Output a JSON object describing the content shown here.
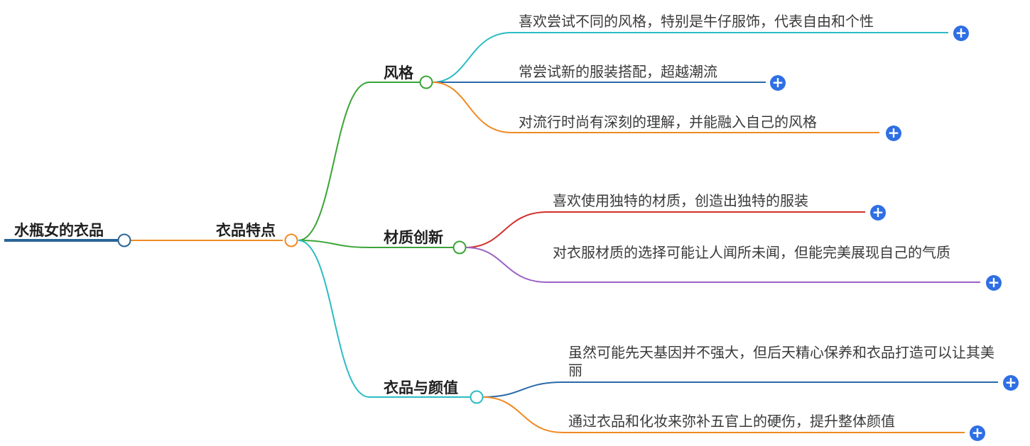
{
  "root": {
    "label": "水瓶女的衣品"
  },
  "level1": {
    "label": "衣品特点"
  },
  "branches": [
    {
      "label": "风格",
      "leaves": [
        "喜欢尝试不同的风格，特别是牛仔服饰，代表自由和个性",
        "常尝试新的服装搭配，超越潮流",
        "对流行时尚有深刻的理解，并能融入自己的风格"
      ]
    },
    {
      "label": "材质创新",
      "leaves": [
        "喜欢使用独特的材质，创造出独特的服装",
        "对衣服材质的选择可能让人闻所未闻，但能完美展现自己的气质"
      ]
    },
    {
      "label": "衣品与颜值",
      "leaves": [
        "虽然可能先天基因并不强大，但后天精心保养和衣品打造可以让其美丽",
        "通过衣品和化妆来弥补五官上的硬伤，提升整体颜值"
      ]
    }
  ],
  "colors": {
    "root_line": "#2a6496",
    "orange": "#f08a24",
    "green": "#3aa535",
    "teal": "#2bbcc4",
    "blue": "#2a6aa8",
    "red": "#d0302b",
    "purple": "#9a63c4",
    "plus": "#2f6fe4"
  },
  "icons": {
    "expand": "plus-circle-icon"
  }
}
